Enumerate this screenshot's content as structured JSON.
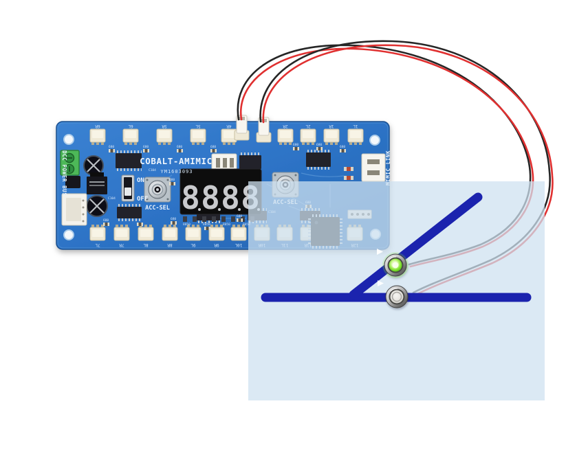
{
  "pcb": {
    "title": "COBALT-AMIMIC",
    "serial": "YM1603093",
    "power_bus_label": "DCC POWER BUS",
    "mimic_link_label": "MIMIC LINK",
    "acc_sel_label": "ACC-SEL",
    "switch_on_label": "ON",
    "switch_off_label": "OFF",
    "display_digit": "8",
    "resistor_value": "680",
    "capacitor_ref": "C104",
    "transistor_ref": "8050",
    "top_connector_labels": [
      "6R",
      "6L",
      "5R",
      "5L",
      "4R",
      "2R",
      "2L",
      "1R",
      "1L"
    ],
    "bottom_connector_labels": [
      "7L",
      "7R",
      "8L",
      "8R",
      "9L",
      "9R",
      "10L",
      "10R",
      "11L",
      "11R",
      "12L",
      "12R"
    ],
    "colors": {
      "board": "#2d73c6",
      "silkscreen": "#eaf3fd"
    }
  },
  "mimic_panel": {
    "background": "#d9e7f3",
    "track_color": "#1b23ae",
    "buttons": [
      {
        "id": "branch-route-button",
        "led": "green",
        "state": "lit",
        "color": "#7ce32a"
      },
      {
        "id": "main-route-button",
        "led": "none",
        "state": "unlit",
        "color": "#e4e2dd"
      }
    ]
  },
  "wiring": {
    "red": "#e03030",
    "black": "#262626",
    "pairs": 2
  }
}
